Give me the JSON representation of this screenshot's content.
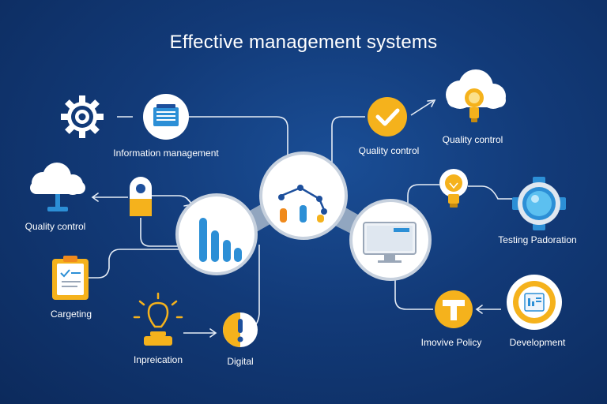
{
  "title": "Effective management systems",
  "labels": {
    "information_management": "Information management",
    "quality_control_left": "Quality control",
    "quality_control_top": "Quality control",
    "quality_control_right": "Quality control",
    "targeting": "Cargeting",
    "inpreication": "Inpreication",
    "digital": "Digital",
    "testing": "Testing Padoration",
    "innovative_policy": "Imovive Policy",
    "development": "Development"
  },
  "colors": {
    "background": "#123a78",
    "accent_blue": "#2c8fd6",
    "accent_yellow": "#f5b21c",
    "accent_orange": "#f08a1c",
    "line": "#e6edf6"
  }
}
